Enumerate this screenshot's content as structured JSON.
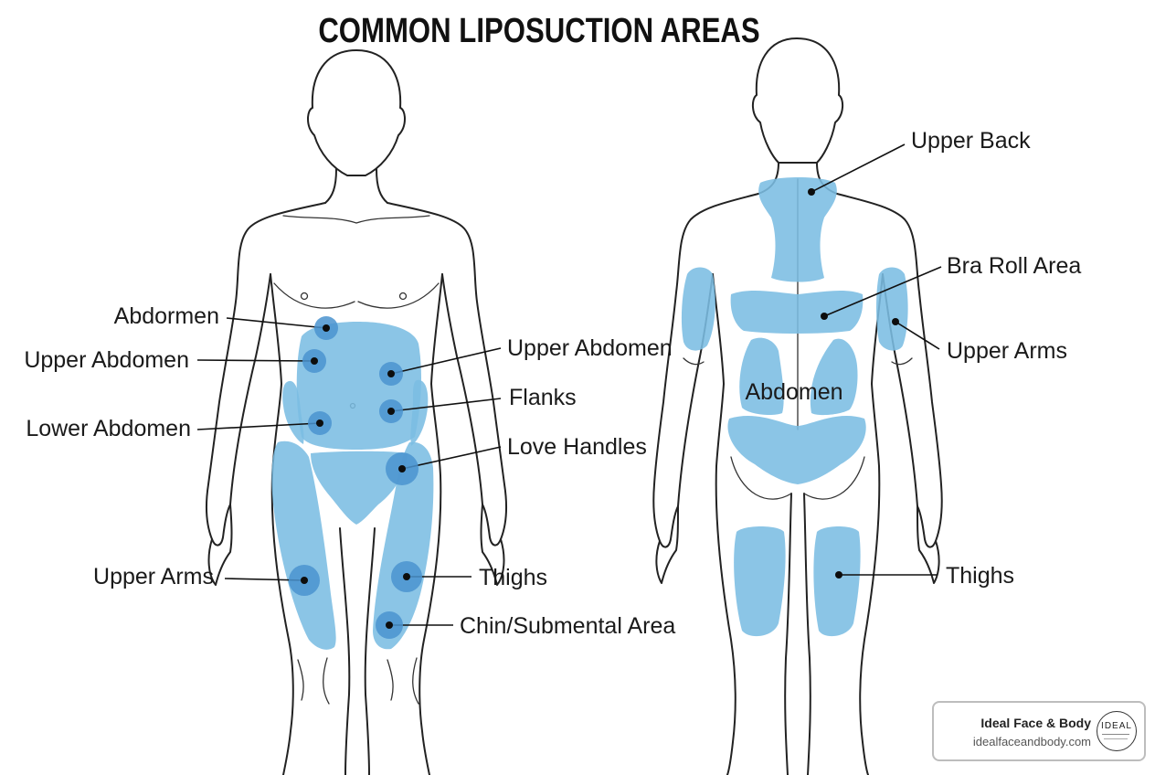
{
  "title": "COMMON LIPOSUCTION AREAS",
  "front_labels": {
    "abdormen": "Abdormen",
    "upper_abdomen_left": "Upper Abdomen",
    "lower_abdomen": "Lower Abdomen",
    "upper_arms": "Upper Arms",
    "upper_abdomen_right": "Upper Abdomen",
    "flanks": "Flanks",
    "love_handles": "Love Handles",
    "thighs": "Thighs",
    "chin": "Chin/Submental Area"
  },
  "back_labels": {
    "upper_back": "Upper Back",
    "bra_roll": "Bra Roll Area",
    "upper_arms": "Upper Arms",
    "abdomen": "Abdomen",
    "thighs": "Thighs"
  },
  "badge": {
    "name": "Ideal Face & Body",
    "url": "idealfaceandbody.com",
    "seal": "IDEAL"
  },
  "colors": {
    "zone": "#7bbde3",
    "marker": "#4a93cf",
    "outline": "#222222"
  }
}
